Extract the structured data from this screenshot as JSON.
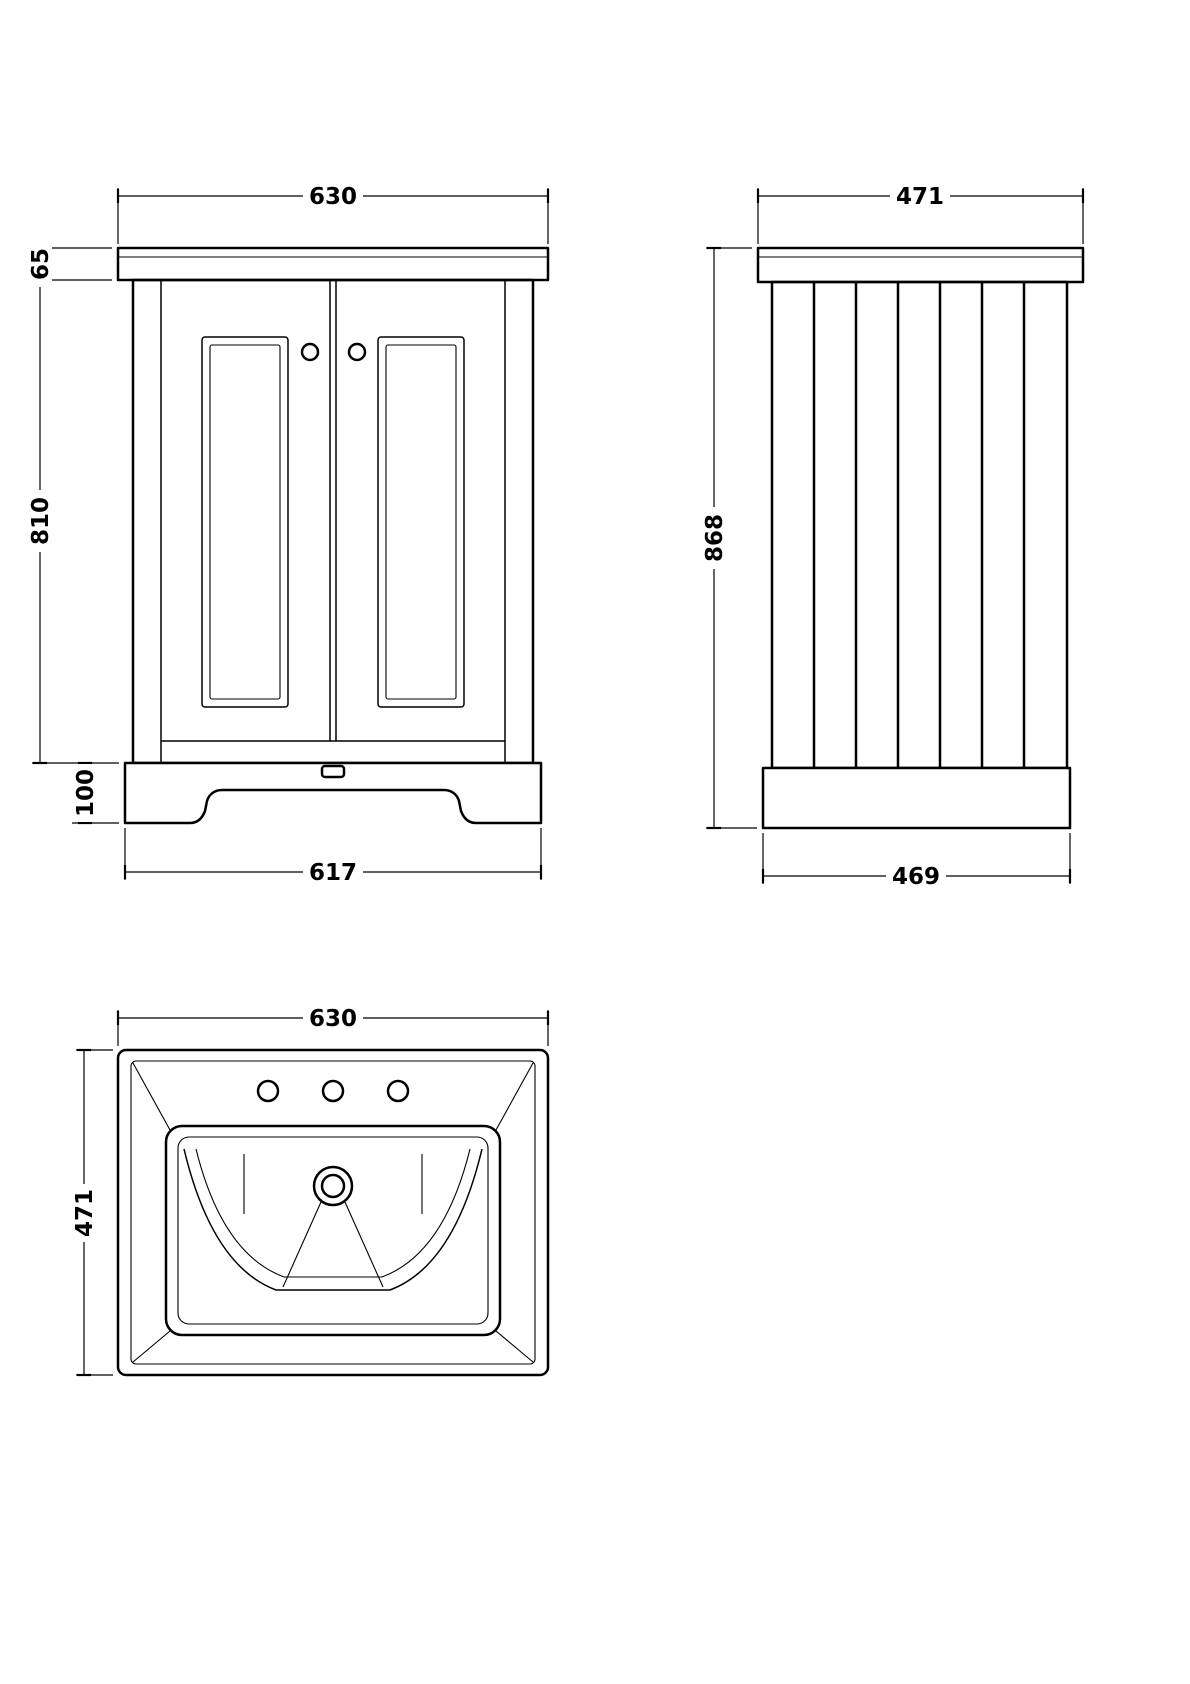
{
  "page": {
    "background": "#ffffff",
    "line_color": "#000000",
    "description": "Technical dimension drawing of a two-door vanity unit with basin: front elevation, side elevation and basin plan view"
  },
  "views": {
    "front": {
      "dims": {
        "width_top": "630",
        "counter_height": "65",
        "body_height": "810",
        "plinth_height": "100",
        "width_bottom": "617"
      }
    },
    "side": {
      "dims": {
        "depth_top": "471",
        "height_total": "868",
        "depth_bottom": "469"
      }
    },
    "basin_top": {
      "dims": {
        "width": "630",
        "depth": "471"
      }
    }
  }
}
